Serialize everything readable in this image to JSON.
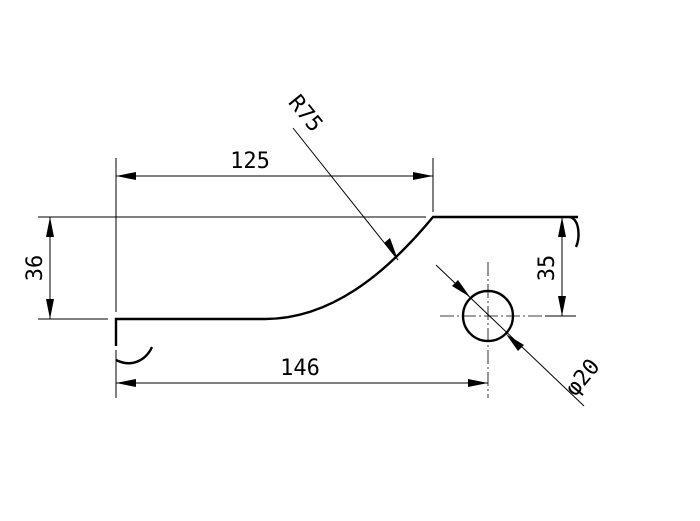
{
  "drawing": {
    "dimensions": {
      "width_125": "125",
      "width_146": "146",
      "height_36": "36",
      "height_35": "35",
      "radius": "R75",
      "hole_diameter": "φ20"
    }
  }
}
